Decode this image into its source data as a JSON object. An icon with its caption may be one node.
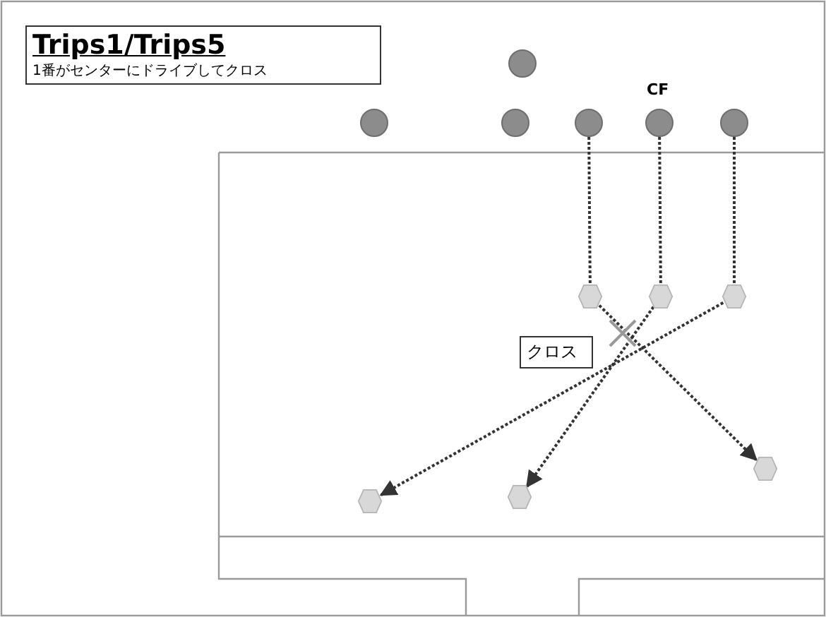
{
  "diagram": {
    "nodes": [
      {
        "text": [
          "Trips1/Trips5",
          "1番がセンターにドライブしてクロス"
        ]
      },
      {
        "text": [],
        "shape": "circle"
      },
      {
        "text": [],
        "shape": "circle"
      },
      {
        "text": [],
        "shape": "circle"
      },
      {
        "text": [],
        "shape": "circle"
      },
      {
        "text": [],
        "shape": "circle",
        "beside": [
          "CF"
        ]
      },
      {
        "text": [],
        "shape": "circle"
      },
      {
        "text": [],
        "shape": "hexagon"
      },
      {
        "text": [],
        "shape": "hexagon"
      },
      {
        "text": [],
        "shape": "hexagon"
      },
      {
        "text": [
          "クロス"
        ]
      },
      {
        "text": [],
        "shape": "hexagon"
      },
      {
        "text": [],
        "shape": "hexagon"
      },
      {
        "text": [],
        "shape": "hexagon"
      }
    ],
    "edges": [
      {
        "from": 4,
        "to": 7,
        "arrow": "none"
      },
      {
        "from": 5,
        "to": 8,
        "arrow": "none"
      },
      {
        "from": 6,
        "to": 9,
        "arrow": "none"
      },
      {
        "from": 7,
        "to": 11,
        "arrow": "to"
      },
      {
        "from": 8,
        "to": 13,
        "arrow": "to"
      },
      {
        "from": 9,
        "to": 12,
        "arrow": "to"
      }
    ]
  }
}
